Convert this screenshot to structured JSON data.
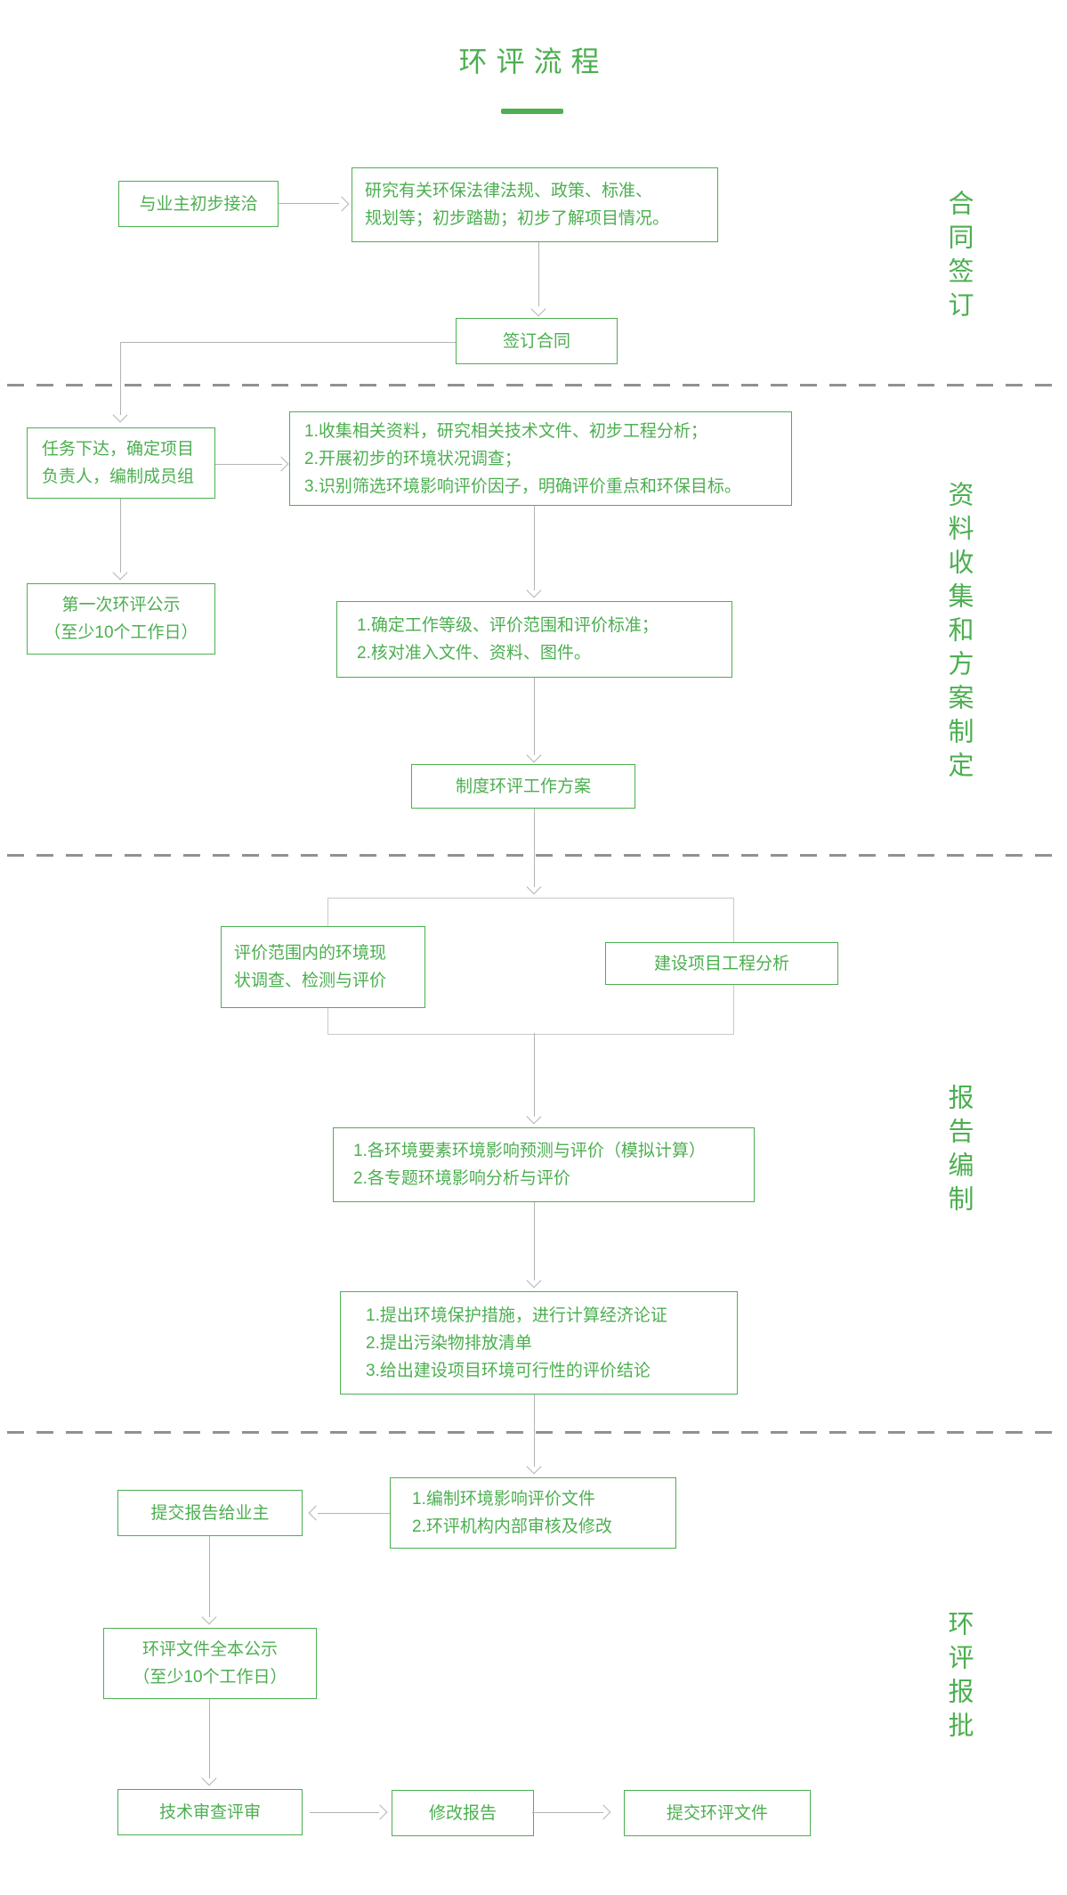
{
  "title": "环评流程",
  "colors": {
    "accent_green": "#4caf50",
    "connector_gray": "#b3b3b3",
    "divider_gray": "#919191",
    "frame_gray": "#c9c9c9"
  },
  "side_labels": {
    "contract": "合同签订",
    "data_collection": "资料收集和方案制定",
    "report": "报告编制",
    "approval": "环评报批"
  },
  "nodes": {
    "initial_contact": {
      "lines": [
        "与业主初步接洽"
      ]
    },
    "research": {
      "lines": [
        "研究有关环保法律法规、政策、标准、",
        "规划等；初步踏勘；初步了解项目情况。"
      ]
    },
    "sign_contract": {
      "lines": [
        "签订合同"
      ]
    },
    "task_assign": {
      "lines": [
        "任务下达，确定项目",
        "负责人，编制成员组"
      ]
    },
    "collect_info": {
      "lines": [
        "1.收集相关资料，研究相关技术文件、初步工程分析；",
        "2.开展初步的环境状况调查；",
        "3.识别筛选环境影响评价因子，明确评价重点和环保目标。"
      ]
    },
    "first_publicity": {
      "lines": [
        "第一次环评公示",
        "（至少10个工作日）"
      ]
    },
    "determine_level": {
      "lines": [
        "1.确定工作等级、评价范围和评价标准；",
        "2.核对准入文件、资料、图件。"
      ]
    },
    "work_plan": {
      "lines": [
        "制度环评工作方案"
      ]
    },
    "status_survey": {
      "lines": [
        "评价范围内的环境现",
        "状调查、检测与评价"
      ]
    },
    "project_analysis": {
      "lines": [
        "建设项目工程分析"
      ]
    },
    "impact_prediction": {
      "lines": [
        "1.各环境要素环境影响预测与评价（模拟计算）",
        "2.各专题环境影响分析与评价"
      ]
    },
    "protection_measures": {
      "lines": [
        "1.提出环境保护措施，进行计算经济论证",
        "2.提出污染物排放清单",
        "3.给出建设项目环境可行性的评价结论"
      ]
    },
    "compile_document": {
      "lines": [
        "1.编制环境影响评价文件",
        "2.环评机构内部审核及修改"
      ]
    },
    "submit_to_owner": {
      "lines": [
        "提交报告给业主"
      ]
    },
    "full_publicity": {
      "lines": [
        "环评文件全本公示",
        "（至少10个工作日）"
      ]
    },
    "tech_review": {
      "lines": [
        "技术审查评审"
      ]
    },
    "revise_report": {
      "lines": [
        "修改报告"
      ]
    },
    "submit_eia": {
      "lines": [
        "提交环评文件"
      ]
    }
  }
}
